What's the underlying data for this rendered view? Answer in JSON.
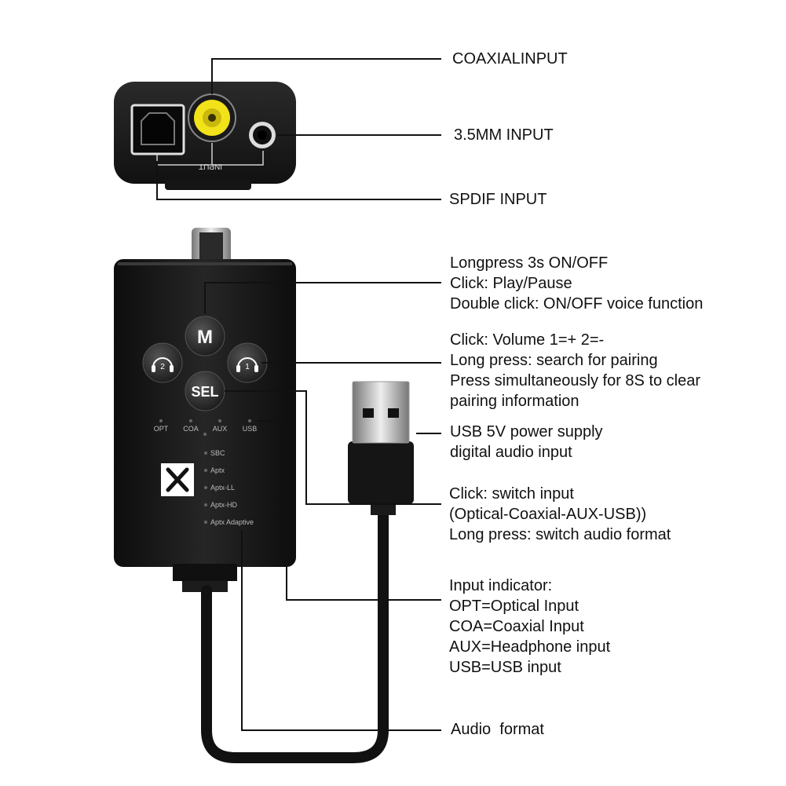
{
  "device_labels": {
    "input_text": "INPUT",
    "button_m": "M",
    "button_sel": "SEL",
    "button_left_num": "2",
    "button_right_num": "1",
    "indicators": [
      "OPT",
      "COA",
      "AUX",
      "USB"
    ],
    "formats": [
      "SBC",
      "Aptx",
      "Aptx-LL",
      "Aptx-HD",
      "Aptx Adaptive"
    ]
  },
  "callouts": {
    "coaxial": "COAXIALINPUT",
    "mm35": "3.5MM INPUT",
    "spdif": "SPDIF INPUT",
    "m_button": [
      "Longpress 3s ON/OFF",
      "Click: Play/Pause",
      "Double click: ON/OFF voice function"
    ],
    "volume": [
      "Click: Volume 1=+ 2=-",
      "Long press: search for pairing",
      "Press simultaneously for 8S to clear",
      "pairing information"
    ],
    "usb_power": [
      "USB 5V power supply",
      "digital audio input"
    ],
    "sel_button": [
      "Click: switch input",
      "(Optical-Coaxial-AUX-USB))",
      "Long press: switch audio format"
    ],
    "indicator": [
      "Input indicator:",
      "OPT=Optical Input",
      "COA=Coaxial Input",
      "AUX=Headphone input",
      "USB=USB input"
    ],
    "audio_format": "Audio  format"
  },
  "colors": {
    "device_body": "#1c1c1c",
    "rca_yellow": "#f2e21a",
    "line": "#111111",
    "text": "#111111"
  }
}
